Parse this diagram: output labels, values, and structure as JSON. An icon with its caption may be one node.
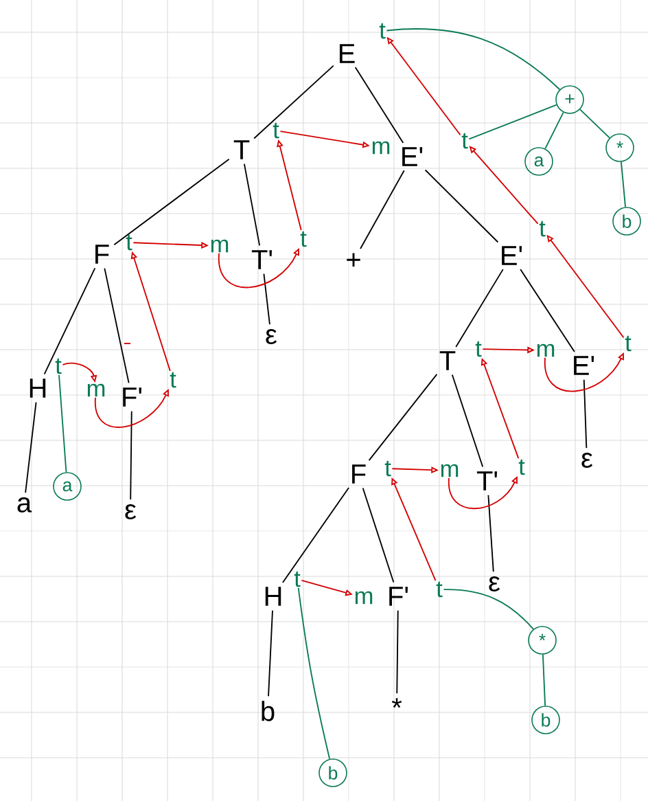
{
  "diagram": {
    "nodes": [
      {
        "text": [
          "E"
        ]
      },
      {
        "text": [
          "t"
        ]
      },
      {
        "text": [
          "T"
        ]
      },
      {
        "text": [
          "t"
        ]
      },
      {
        "text": [
          "m"
        ]
      },
      {
        "text": [
          "E'"
        ]
      },
      {
        "text": [
          "t"
        ]
      },
      {
        "text": [
          "F"
        ]
      },
      {
        "text": [
          "t"
        ]
      },
      {
        "text": [
          "m"
        ]
      },
      {
        "text": [
          "T'"
        ]
      },
      {
        "text": [
          "t"
        ]
      },
      {
        "text": [
          "+"
        ]
      },
      {
        "text": [
          "E'"
        ]
      },
      {
        "text": [
          "t"
        ]
      },
      {
        "text": [
          "H"
        ]
      },
      {
        "text": [
          "t"
        ]
      },
      {
        "text": [
          "m"
        ]
      },
      {
        "text": [
          "F'"
        ]
      },
      {
        "text": [
          "t"
        ]
      },
      {
        "text": [
          "ε"
        ]
      },
      {
        "text": [
          "a"
        ]
      },
      {
        "text": [
          "ε"
        ]
      },
      {
        "text": [
          "T"
        ]
      },
      {
        "text": [
          "t"
        ]
      },
      {
        "text": [
          "m"
        ]
      },
      {
        "text": [
          "E'"
        ]
      },
      {
        "text": [
          "t"
        ]
      },
      {
        "text": [
          "F"
        ]
      },
      {
        "text": [
          "t"
        ]
      },
      {
        "text": [
          "m"
        ]
      },
      {
        "text": [
          "T'"
        ]
      },
      {
        "text": [
          "t"
        ]
      },
      {
        "text": [
          "ε"
        ]
      },
      {
        "text": [
          "H"
        ]
      },
      {
        "text": [
          "t"
        ]
      },
      {
        "text": [
          "m"
        ]
      },
      {
        "text": [
          "F'"
        ]
      },
      {
        "text": [
          "t"
        ]
      },
      {
        "text": [
          "ε"
        ]
      },
      {
        "text": [
          "b"
        ]
      },
      {
        "text": [
          "*"
        ]
      },
      {
        "text": [
          "+"
        ]
      },
      {
        "text": [
          "a"
        ]
      },
      {
        "text": [
          "*"
        ]
      },
      {
        "text": [
          "b"
        ]
      },
      {
        "text": [
          "a"
        ]
      },
      {
        "text": [
          "*"
        ]
      },
      {
        "text": [
          "b"
        ]
      },
      {
        "text": [
          "b"
        ]
      }
    ],
    "edges": [
      {
        "from": 0,
        "to": 2,
        "arrow": "none"
      },
      {
        "from": 0,
        "to": 5,
        "arrow": "none"
      },
      {
        "from": 2,
        "to": 7,
        "arrow": "none"
      },
      {
        "from": 2,
        "to": 10,
        "arrow": "none"
      },
      {
        "from": 5,
        "to": 12,
        "arrow": "none"
      },
      {
        "from": 5,
        "to": 13,
        "arrow": "none"
      },
      {
        "from": 7,
        "to": 15,
        "arrow": "none"
      },
      {
        "from": 7,
        "to": 18,
        "arrow": "none"
      },
      {
        "from": 10,
        "to": 20,
        "arrow": "none"
      },
      {
        "from": 15,
        "to": 21,
        "arrow": "none"
      },
      {
        "from": 18,
        "to": 22,
        "arrow": "none"
      },
      {
        "from": 13,
        "to": 23,
        "arrow": "none"
      },
      {
        "from": 13,
        "to": 26,
        "arrow": "none"
      },
      {
        "from": 23,
        "to": 28,
        "arrow": "none"
      },
      {
        "from": 23,
        "to": 31,
        "arrow": "none"
      },
      {
        "from": 26,
        "to": 33,
        "arrow": "none"
      },
      {
        "from": 28,
        "to": 34,
        "arrow": "none"
      },
      {
        "from": 28,
        "to": 37,
        "arrow": "none"
      },
      {
        "from": 31,
        "to": 39,
        "arrow": "none"
      },
      {
        "from": 34,
        "to": 40,
        "arrow": "none"
      },
      {
        "from": 37,
        "to": 41,
        "arrow": "none"
      },
      {
        "from": 3,
        "to": 4,
        "arrow": "to",
        "color": "#d40000"
      },
      {
        "from": 6,
        "to": 1,
        "arrow": "to",
        "color": "#d40000"
      },
      {
        "from": 14,
        "to": 6,
        "arrow": "to",
        "color": "#d40000"
      },
      {
        "from": 11,
        "to": 3,
        "arrow": "to",
        "color": "#d40000"
      },
      {
        "from": 9,
        "to": 11,
        "arrow": "to",
        "color": "#d40000"
      },
      {
        "from": 8,
        "to": 9,
        "arrow": "to",
        "color": "#d40000"
      },
      {
        "from": 19,
        "to": 8,
        "arrow": "to",
        "color": "#d40000"
      },
      {
        "from": 16,
        "to": 17,
        "arrow": "to",
        "color": "#d40000"
      },
      {
        "from": 17,
        "to": 19,
        "arrow": "to",
        "color": "#d40000"
      },
      {
        "from": 27,
        "to": 14,
        "arrow": "to",
        "color": "#d40000"
      },
      {
        "from": 24,
        "to": 25,
        "arrow": "to",
        "color": "#d40000"
      },
      {
        "from": 25,
        "to": 27,
        "arrow": "to",
        "color": "#d40000"
      },
      {
        "from": 32,
        "to": 24,
        "arrow": "to",
        "color": "#d40000"
      },
      {
        "from": 29,
        "to": 30,
        "arrow": "to",
        "color": "#d40000"
      },
      {
        "from": 30,
        "to": 32,
        "arrow": "to",
        "color": "#d40000"
      },
      {
        "from": 38,
        "to": 29,
        "arrow": "to",
        "color": "#d40000"
      },
      {
        "from": 35,
        "to": 36,
        "arrow": "to",
        "color": "#d40000"
      },
      {
        "from": 1,
        "to": 42,
        "arrow": "none",
        "color": "#0a7a55"
      },
      {
        "from": 6,
        "to": 42,
        "arrow": "none",
        "color": "#0a7a55"
      },
      {
        "from": 42,
        "to": 43,
        "arrow": "none",
        "color": "#0a7a55"
      },
      {
        "from": 42,
        "to": 44,
        "arrow": "none",
        "color": "#0a7a55"
      },
      {
        "from": 44,
        "to": 45,
        "arrow": "none",
        "color": "#0a7a55"
      },
      {
        "from": 16,
        "to": 46,
        "arrow": "none",
        "color": "#0a7a55"
      },
      {
        "from": 35,
        "to": 49,
        "arrow": "none",
        "color": "#0a7a55"
      },
      {
        "from": 38,
        "to": 47,
        "arrow": "none",
        "color": "#0a7a55"
      },
      {
        "from": 47,
        "to": 48,
        "arrow": "none",
        "color": "#0a7a55"
      }
    ]
  }
}
